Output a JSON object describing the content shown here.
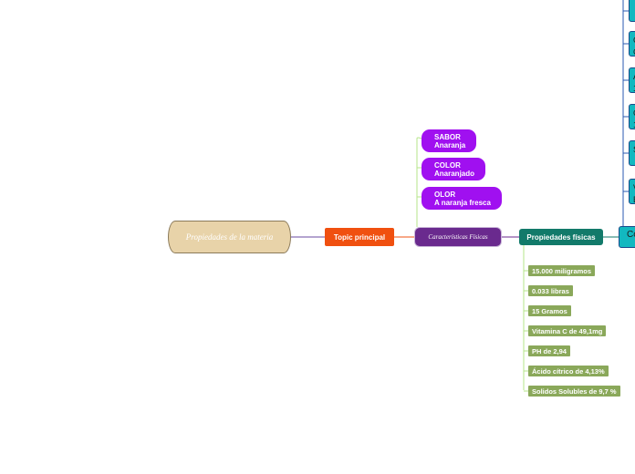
{
  "root": {
    "label": "Propiedades de la materia"
  },
  "topic": {
    "label": "Topic principal"
  },
  "caracteristicas": {
    "label": "Características Físicas"
  },
  "organoleptic": [
    {
      "line1": "SABOR",
      "line2": "Anaranja"
    },
    {
      "line1": "COLOR",
      "line2": "Anaranjado"
    },
    {
      "line1": "OLOR",
      "line2": "A naranja fresca"
    }
  ],
  "propiedades_fisicas": {
    "label": "Propiedades físicas",
    "items": [
      "15.000 miligramos",
      "0.033 libras",
      "15 Gramos",
      "Vitamina C de 49,1mg",
      "PH de 2,94",
      "Ácido cítrico de 4,13%",
      "Solidos Solubles de 9,7 %"
    ]
  },
  "right_branch": {
    "main_label": "Co",
    "items": [
      {
        "line1": "",
        "line2": ""
      },
      {
        "line1": "C",
        "line2": "C"
      },
      {
        "line1": "A",
        "line2": "1"
      },
      {
        "line1": "C",
        "line2": "1"
      },
      {
        "line1": "S",
        "line2": ""
      },
      {
        "line1": "V",
        "line2": "E"
      }
    ]
  },
  "colors": {
    "root": "#e8d3a9",
    "topic": "#f05010",
    "caracteristicas": "#6a2a8e",
    "organoleptic": "#a010f0",
    "propiedades_fisicas": "#127a6a",
    "physical_items": "#8aa85a",
    "right_branch": "#12b8c0"
  }
}
